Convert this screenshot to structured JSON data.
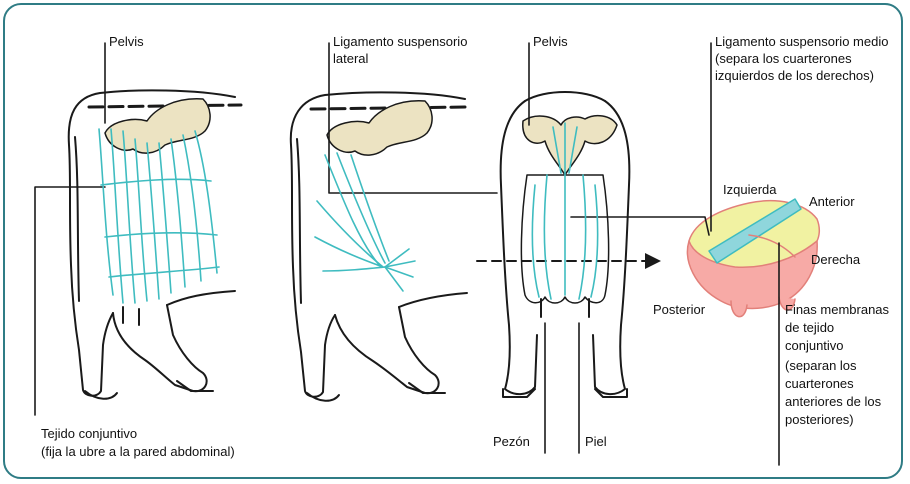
{
  "labels": {
    "pelvis_1": "Pelvis",
    "ligamento_lateral_1": "Ligamento suspensorio",
    "ligamento_lateral_2": "lateral",
    "pelvis_2": "Pelvis",
    "ligamento_medio_1": "Ligamento suspensorio medio",
    "ligamento_medio_2": "(separa los cuarterones",
    "ligamento_medio_3": "izquierdos de los derechos)",
    "izquierda": "Izquierda",
    "anterior": "Anterior",
    "derecha": "Derecha",
    "posterior": "Posterior",
    "finas_1": "Finas membranas",
    "finas_2": "de tejido",
    "finas_3": "conjuntivo",
    "finas_4": "(separan los",
    "finas_5": "cuarterones",
    "finas_6": "anteriores de los",
    "finas_7": "posteriores)",
    "tejido_1": "Tejido conjuntivo",
    "tejido_2": "(fija la ubre a la pared abdominal)",
    "pezon": "Pezón",
    "piel": "Piel"
  },
  "colors": {
    "frame": "#2f7c85",
    "outline": "#1a1a1a",
    "ligament": "#3fbcc0",
    "bone": "#ece3c2",
    "udder_pink": "#f7aaa6",
    "udder_yellow": "#f1f2a2",
    "udder_cyan": "#8fd6dc"
  }
}
